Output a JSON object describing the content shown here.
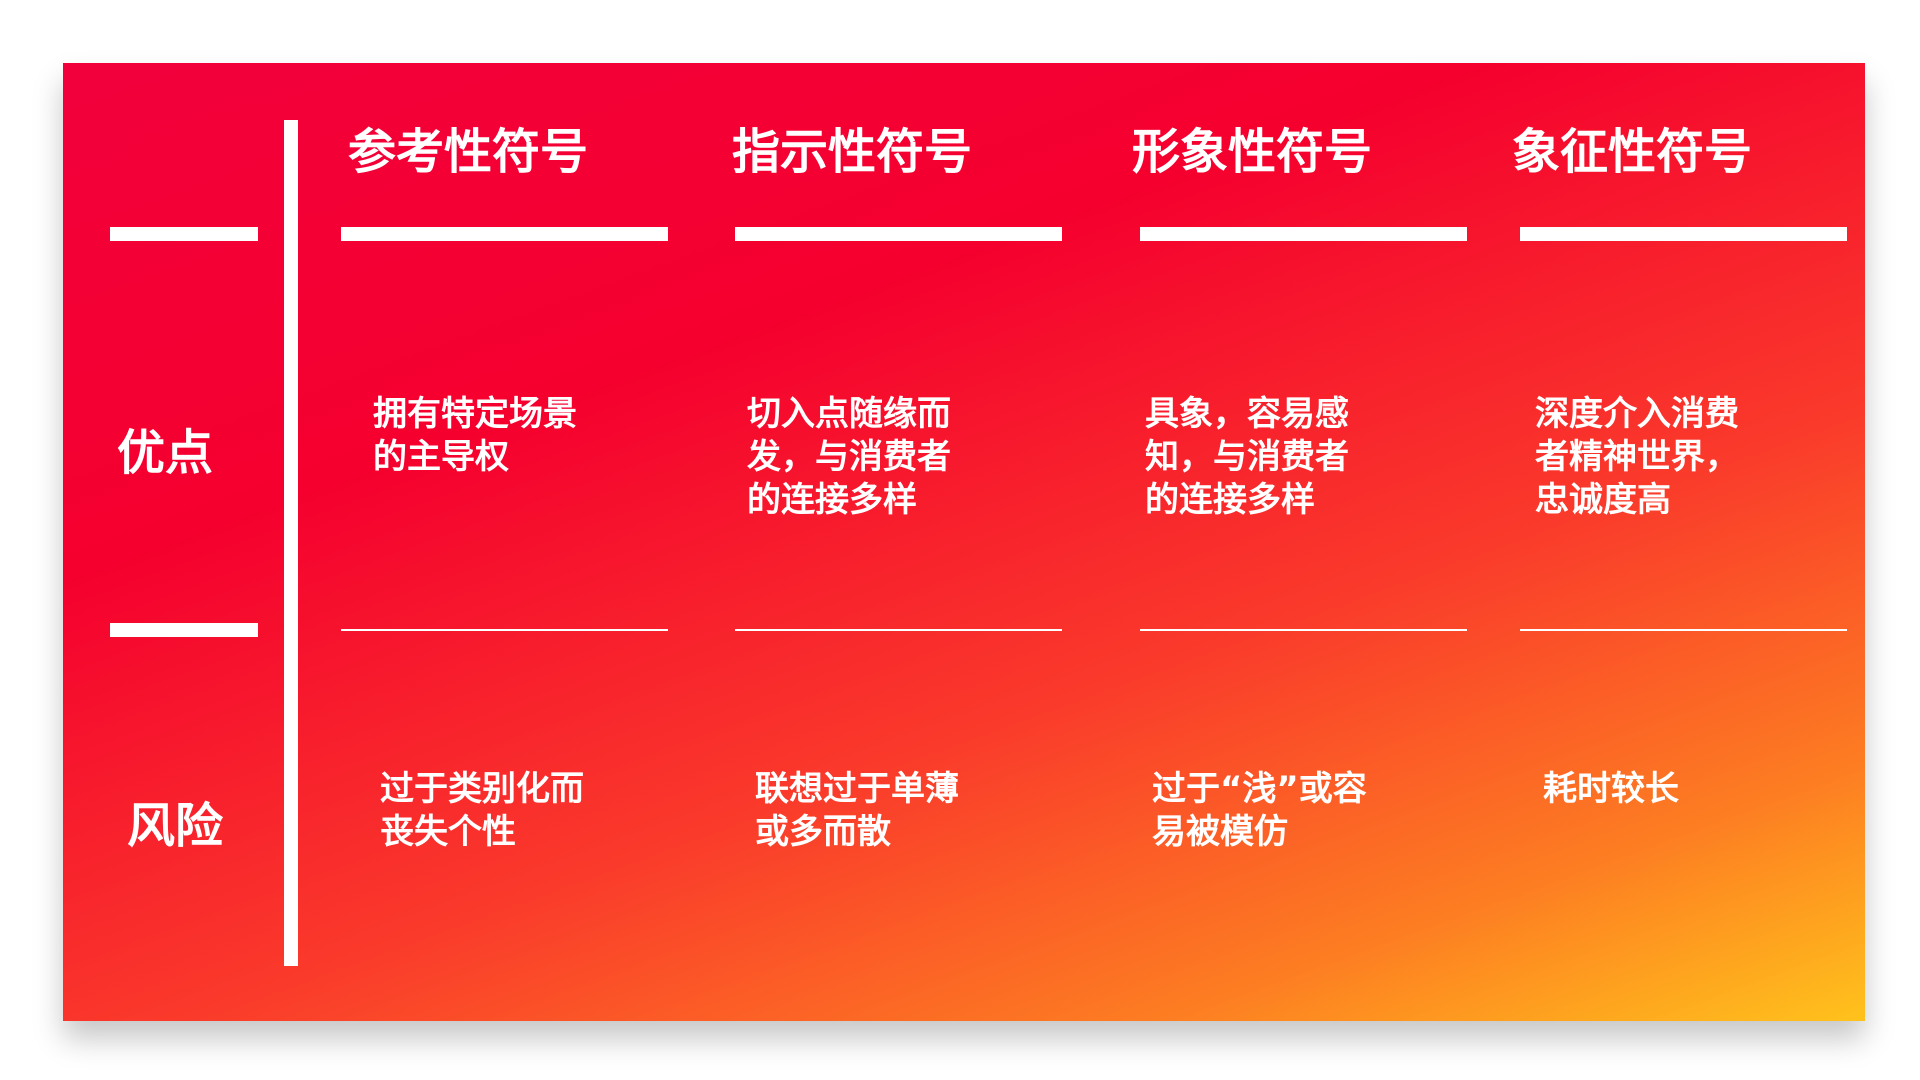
{
  "headers": [
    "参考性符号",
    "指示性符号",
    "形象性符号",
    "象征性符号"
  ],
  "rows": {
    "advantages": {
      "label": "优点",
      "cells": [
        "拥有特定场景的主导权",
        "切入点随缘而发，与消费者的连接多样",
        "具象，容易感知，与消费者的连接多样",
        "深度介入消费者精神世界，忠诚度高"
      ]
    },
    "risks": {
      "label": "风险",
      "cells": [
        "过于类别化而丧失个性",
        "联想过于单薄或多而散",
        "过于“浅”或容易被模仿",
        "耗时较长"
      ]
    }
  },
  "colors": {
    "gradient_start": "#f2003c",
    "gradient_mid": "#fa3a2b",
    "gradient_end": "#ffc21c",
    "text": "#ffffff"
  }
}
